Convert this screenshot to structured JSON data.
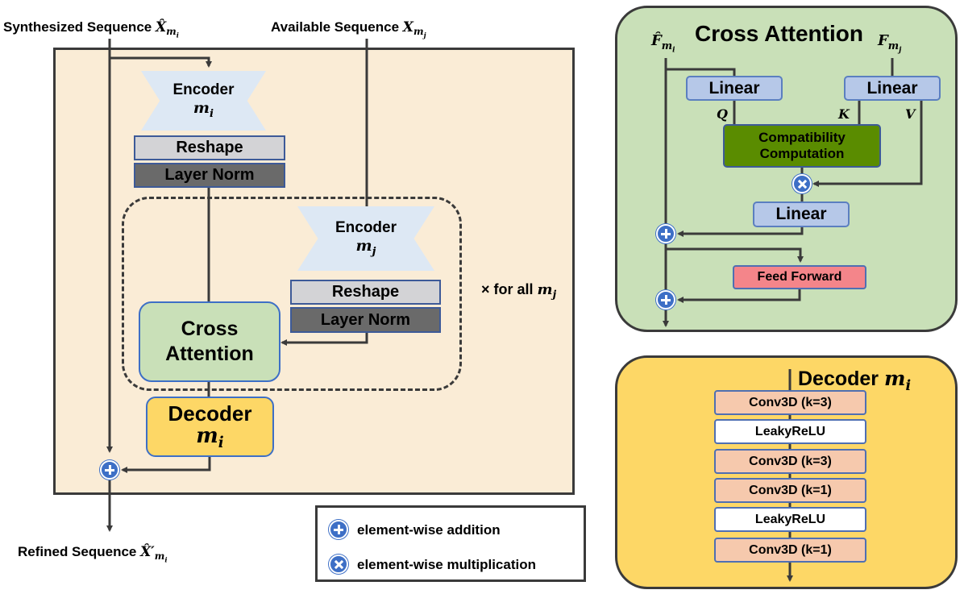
{
  "main": {
    "synthesized_label": "Synthesized Sequence",
    "synthesized_symbol": "X̂",
    "available_label": "Available Sequence",
    "available_symbol": "X",
    "refined_label": "Refined Sequence",
    "refined_symbol": "X̂′",
    "encoder_i": "Encoder",
    "reshape_i": "Reshape",
    "layernorm_i": "Layer Norm",
    "encoder_j": "Encoder",
    "reshape_j": "Reshape",
    "layernorm_j": "Layer Norm",
    "cross_attention_line1": "Cross",
    "cross_attention_line2": "Attention",
    "decoder": "Decoder",
    "loop_label": "× for all"
  },
  "sub": {
    "mi": "m",
    "mi_idx": "i",
    "mj_idx": "j"
  },
  "legend": {
    "addition": "element-wise addition",
    "multiplication": "element-wise multiplication"
  },
  "cross_attention_detail": {
    "title": "Cross Attention",
    "input_left_symbol": "F̂",
    "input_right_symbol": "F",
    "linear_left": "Linear",
    "linear_right": "Linear",
    "q": "Q",
    "k": "K",
    "v": "V",
    "compat_line1": "Compatibility",
    "compat_line2": "Computation",
    "linear_bottom": "Linear",
    "feed_forward": "Feed Forward"
  },
  "decoder_detail": {
    "title": "Decoder",
    "layers": [
      "Conv3D (k=3)",
      "LeakyReLU",
      "Conv3D (k=3)",
      "Conv3D (k=1)",
      "LeakyReLU",
      "Conv3D (k=1)"
    ]
  },
  "colors": {
    "main_panel": "#faecd6",
    "cross_attention_panel": "#c9e0b8",
    "decoder_panel": "#fdd766",
    "plus_circle": "#3d6fc6",
    "compat_box": "#5a8c00",
    "feed_forward_box": "#f4858a"
  }
}
